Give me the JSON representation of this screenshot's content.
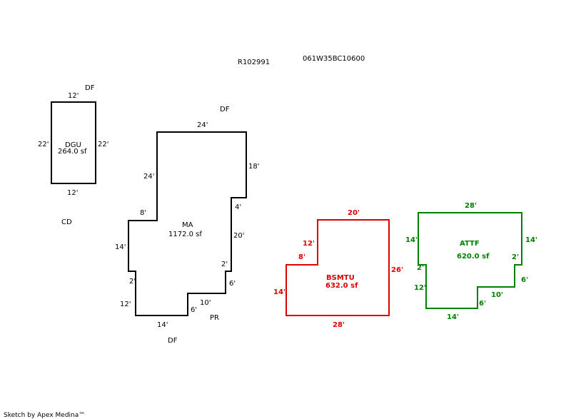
{
  "header": {
    "account_id": "R102991",
    "map_tax_lot": "061W35BC10600"
  },
  "footer": {
    "credit": "Sketch by Apex Medina™"
  },
  "colors": {
    "black": "#000000",
    "red": "#dd0000",
    "green": "#008000"
  },
  "annotations": {
    "df_top_left": "DF",
    "df_top_center": "DF",
    "df_bottom": "DF",
    "cd": "CD",
    "pr": "PR"
  },
  "dgu": {
    "code": "DGU",
    "area": "264.0 sf",
    "dims": {
      "top": "12'",
      "bottom": "12'",
      "left": "22'",
      "right": "22'"
    }
  },
  "ma": {
    "code": "MA",
    "area": "1172.0 sf",
    "dims": {
      "top": "24'",
      "right_upper": "18'",
      "step_4": "4'",
      "right_mid": "20'",
      "step_2_right": "2'",
      "right_6": "6'",
      "diag_10": "10'",
      "step_6_bottom": "6'",
      "bottom": "14'",
      "left_12": "12'",
      "left_2": "2'",
      "left_14": "14'",
      "step_8": "8'",
      "left_24": "24'"
    }
  },
  "bsmtu": {
    "code": "BSMTU",
    "area": "632.0 sf",
    "dims": {
      "top": "20'",
      "right": "26'",
      "bottom": "28'",
      "left": "14'",
      "step_8": "8'",
      "step_12": "12'"
    }
  },
  "attf": {
    "code": "ATTF",
    "area": "620.0 sf",
    "dims": {
      "top": "28'",
      "right": "14'",
      "left": "14'",
      "step_2_right": "2'",
      "step_6": "6'",
      "step_10": "10'",
      "step_6_left": "6'",
      "bottom": "14'",
      "left_12": "12'",
      "step_2_left": "2'"
    }
  }
}
